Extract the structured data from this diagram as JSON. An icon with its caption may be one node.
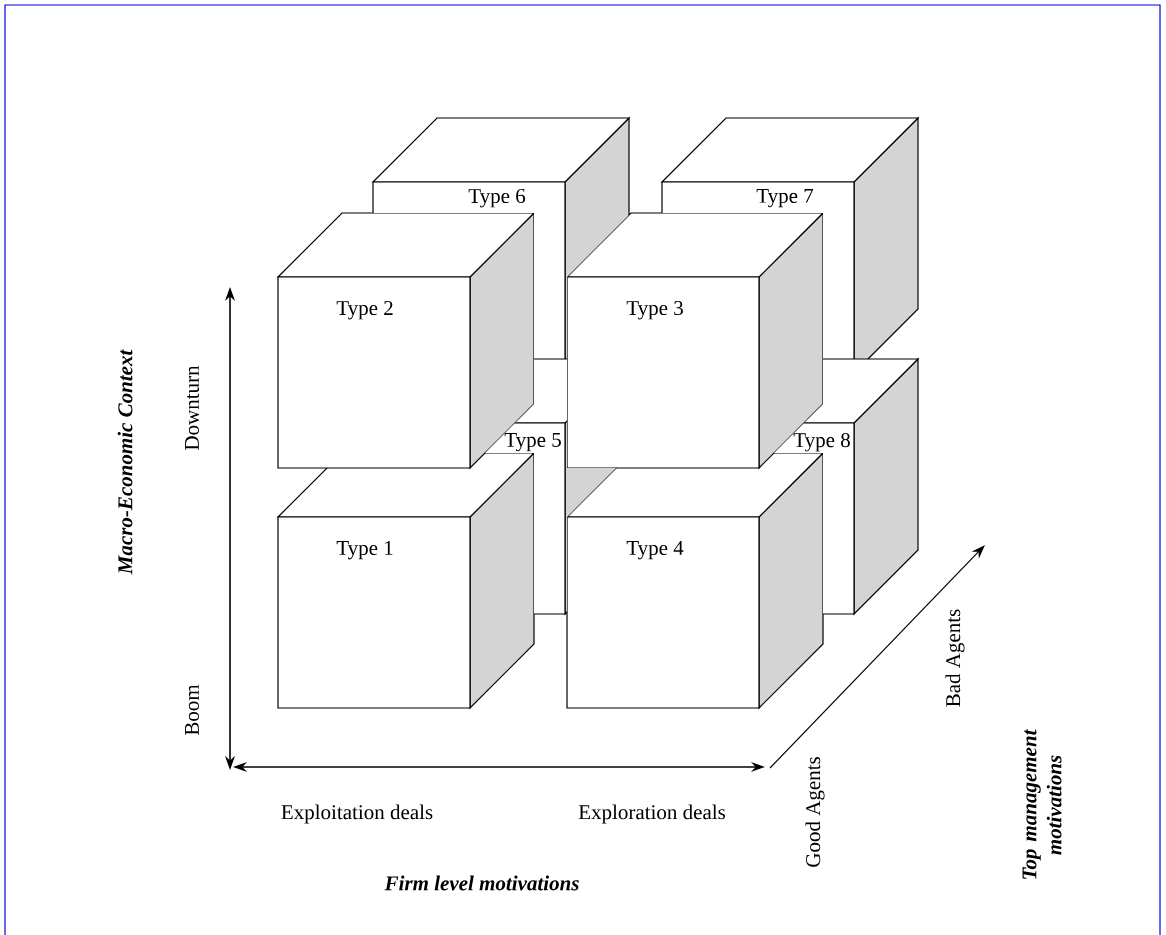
{
  "diagram": {
    "nodes": [
      {
        "text": [
          "Type 6"
        ]
      },
      {
        "text": [
          "Type 7"
        ]
      },
      {
        "text": [
          "Type 2"
        ]
      },
      {
        "text": [
          "Type 3"
        ]
      },
      {
        "text": [
          "Type 5"
        ]
      },
      {
        "text": [
          "Type 8"
        ]
      },
      {
        "text": [
          "Type 1"
        ]
      },
      {
        "text": [
          "Type 4"
        ]
      }
    ],
    "labels": [
      "Macro-Economic Context",
      "Downturn",
      "Boom",
      "Exploitation deals",
      "Exploration deals",
      "Firm level motivations",
      "Good Agents",
      "Bad Agents",
      "Top management motivations"
    ]
  }
}
